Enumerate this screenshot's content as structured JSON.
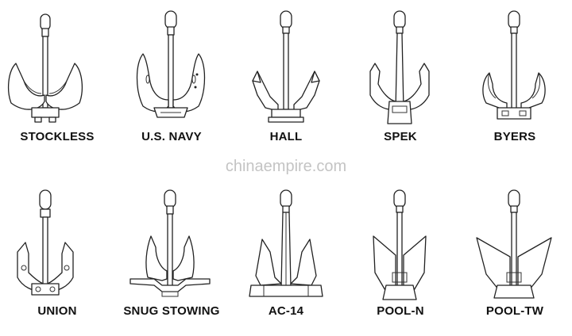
{
  "watermark": "chinaempire.com",
  "anchors_top": [
    {
      "label": "STOCKLESS",
      "icon": "stockless-anchor-icon"
    },
    {
      "label": "U.S. NAVY",
      "icon": "us-navy-anchor-icon"
    },
    {
      "label": "HALL",
      "icon": "hall-anchor-icon"
    },
    {
      "label": "SPEK",
      "icon": "spek-anchor-icon"
    },
    {
      "label": "BYERS",
      "icon": "byers-anchor-icon"
    }
  ],
  "anchors_bottom": [
    {
      "label": "UNION",
      "icon": "union-anchor-icon"
    },
    {
      "label": "SNUG STOWING",
      "icon": "snug-stowing-anchor-icon"
    },
    {
      "label": "AC-14",
      "icon": "ac-14-anchor-icon"
    },
    {
      "label": "POOL-N",
      "icon": "pool-n-anchor-icon"
    },
    {
      "label": "POOL-TW",
      "icon": "pool-tw-anchor-icon"
    }
  ],
  "colors": {
    "line": "#222222",
    "label": "#111111",
    "watermark": "#c4c4c4"
  }
}
